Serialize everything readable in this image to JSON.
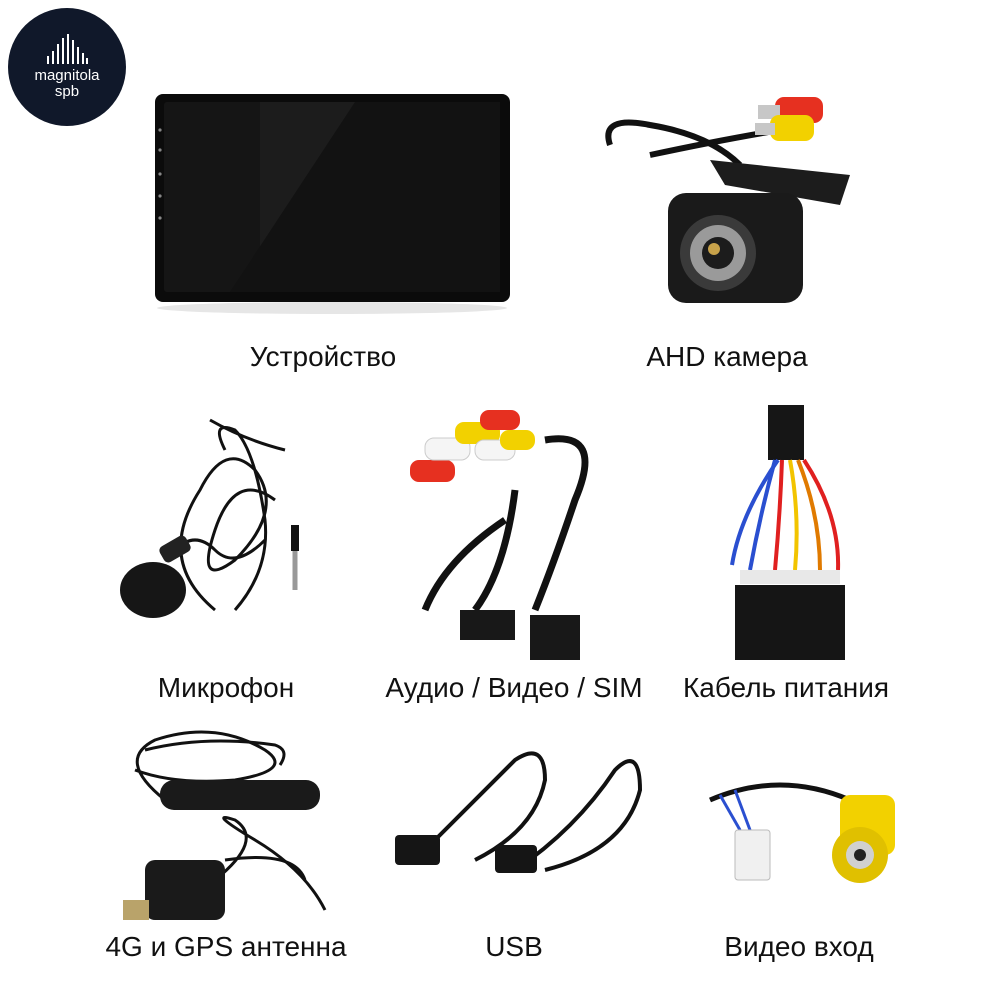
{
  "logo": {
    "line1": "magnitola",
    "line2": "spb",
    "icon": "equalizer-bars-icon",
    "background": "#10182a"
  },
  "items": [
    {
      "label": "Устройство",
      "icon": "head-unit-screen"
    },
    {
      "label": "AHD камера",
      "icon": "rear-camera"
    },
    {
      "label": "Микрофон",
      "icon": "microphone"
    },
    {
      "label": "Аудио / Видео / SIM",
      "icon": "rca-harness"
    },
    {
      "label": "Кабель питания",
      "icon": "power-harness"
    },
    {
      "label": "4G и GPS антенна",
      "icon": "antennas"
    },
    {
      "label": "USB",
      "icon": "usb-cables"
    },
    {
      "label": "Видео вход",
      "icon": "video-input-cable"
    }
  ]
}
